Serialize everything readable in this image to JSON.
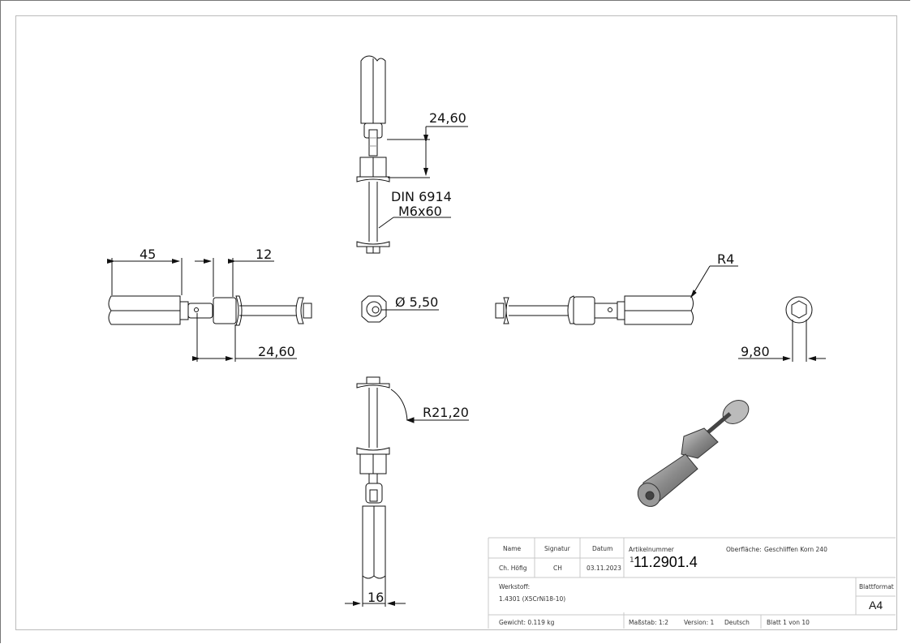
{
  "drawing": {
    "dimensions": {
      "top_height": "24,60",
      "din_line1": "DIN 6914",
      "din_line2": "M6x60",
      "left_length": "45",
      "left_nut": "12",
      "left_offset": "24,60",
      "hole_diameter": "Ø 5,50",
      "radius_small": "R4",
      "hex_width": "9,80",
      "radius_large": "R21,20",
      "bottom_width": "16"
    }
  },
  "title_block": {
    "headers": {
      "name": "Name",
      "signatur": "Signatur",
      "datum": "Datum"
    },
    "values": {
      "name": "Ch. Höfig",
      "signatur": "CH",
      "datum": "03.11.2023"
    },
    "artikelnummer_label": "Artikelnummer",
    "artikelnummer_prefix": "1",
    "artikelnummer": "11.2901.4",
    "oberflaeche_label": "Oberfläche:",
    "oberflaeche": "Geschliffen Korn 240",
    "werkstoff_label": "Werkstoff:",
    "werkstoff": "1.4301 (X5CrNi18-10)",
    "blattformat_label": "Blattformat",
    "blattformat": "A4",
    "gewicht": "Gewicht: 0.119 kg",
    "massstab": "Maßstab: 1:2",
    "version": "Version: 1",
    "sprache": "Deutsch",
    "blatt": "Blatt 1 von 10"
  }
}
